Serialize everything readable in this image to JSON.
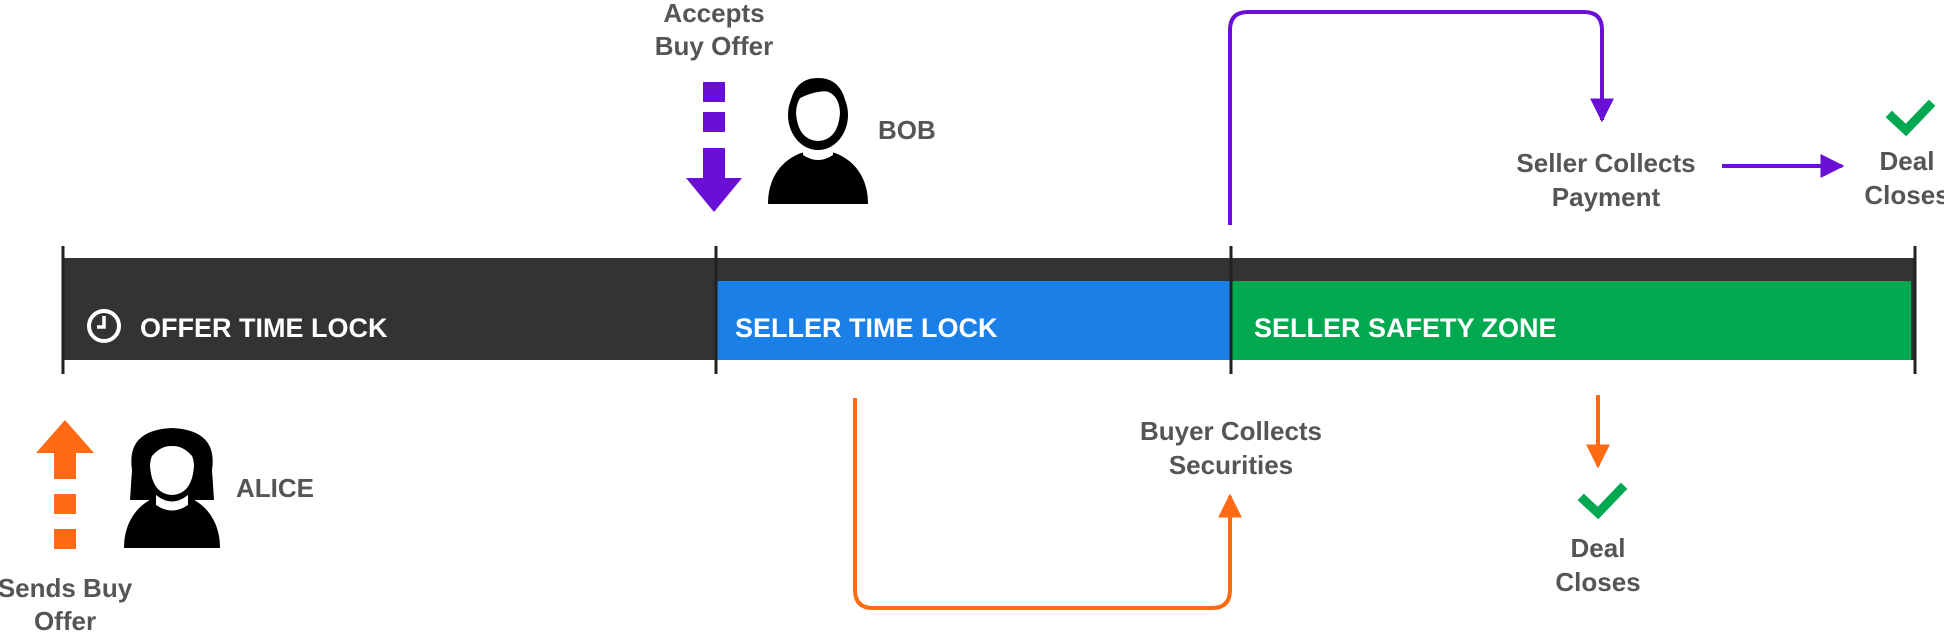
{
  "segments": {
    "offer": "OFFER TIME LOCK",
    "seller_lock": "SELLER TIME LOCK",
    "safety_zone": "SELLER SAFETY ZONE"
  },
  "actors": {
    "alice": "ALICE",
    "bob": "BOB"
  },
  "events": {
    "accepts_line1": "Accepts",
    "accepts_line2": "Buy Offer",
    "sends_line1": "Sends Buy",
    "sends_line2": "Offer",
    "seller_collects_line1": "Seller Collects",
    "seller_collects_line2": "Payment",
    "buyer_collects_line1": "Buyer Collects",
    "buyer_collects_line2": "Securities",
    "deal_closes_top_line1": "Deal",
    "deal_closes_top_line2": "Closes",
    "deal_closes_bottom_line1": "Deal",
    "deal_closes_bottom_line2": "Closes"
  },
  "colors": {
    "dark_bar": "#333333",
    "seller_lock": "#1b7fe8",
    "safety_zone": "#00a94f",
    "orange": "#ff6a13",
    "purple": "#6a0fd6",
    "check": "#00a94f",
    "label_gray": "#555555"
  },
  "icons": {
    "clock": "clock-icon",
    "person_female": "alice-avatar-icon",
    "person_male": "bob-avatar-icon",
    "check": "check-icon"
  }
}
